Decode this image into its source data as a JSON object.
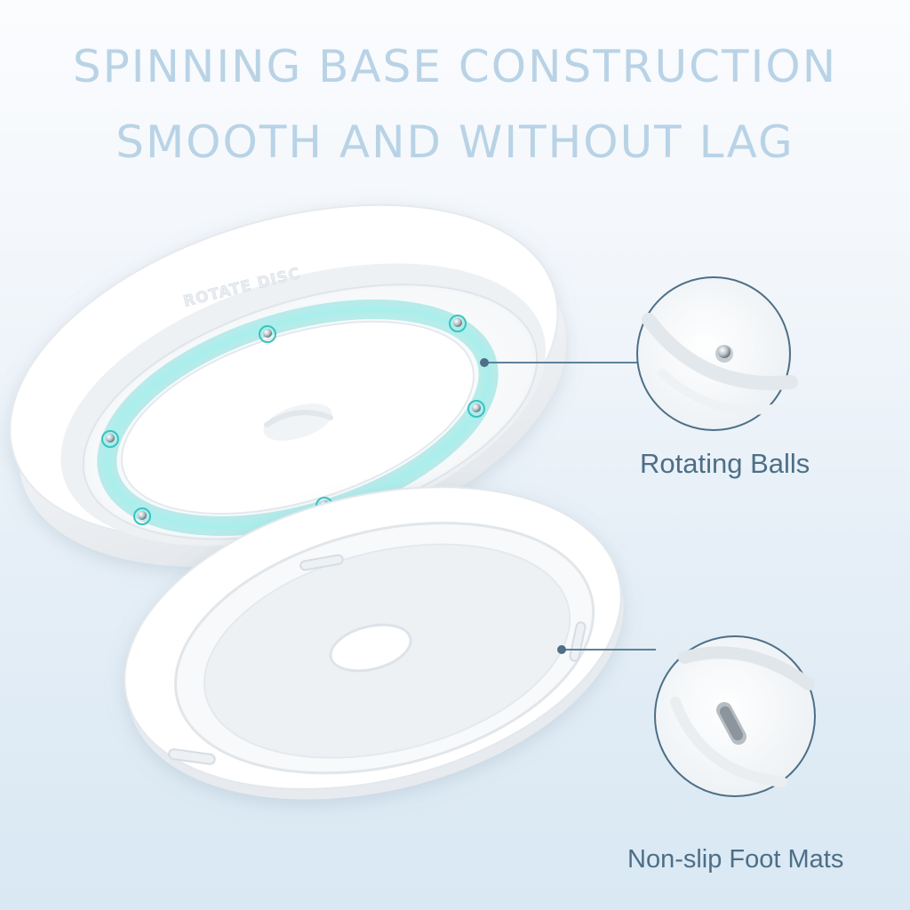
{
  "headline": {
    "line1": "SPINNING BASE CONSTRUCTION",
    "line2": "SMOOTH AND WITHOUT LAG"
  },
  "disc_emboss": "ROTATE DISC",
  "callouts": {
    "balls_label": "Rotating Balls",
    "mats_label": "Non-slip Foot Mats"
  },
  "colors": {
    "headline": "#b9d3e6",
    "label": "#4d6f87",
    "ring_accent": "#7fe0dc",
    "leader_line": "#5e8198"
  }
}
